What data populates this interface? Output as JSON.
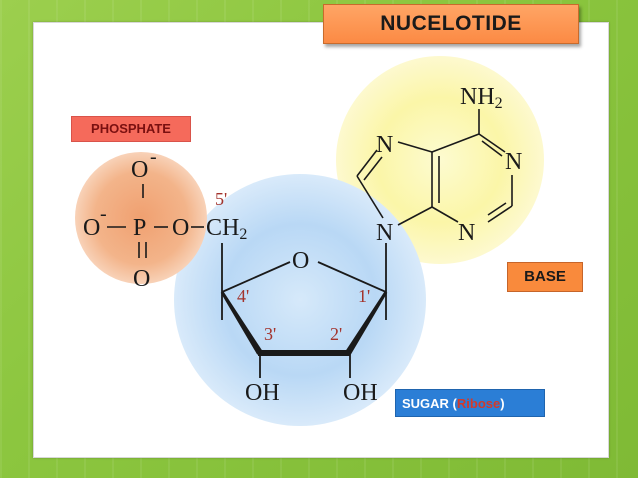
{
  "title": "NUCELOTIDE",
  "labels": {
    "phosphate": "PHOSPHATE",
    "base": "BASE",
    "sugar_prefix": "SUGAR (",
    "sugar_name": "Ribose",
    "sugar_suffix": ")"
  },
  "atoms": {
    "o_minus_top": "O",
    "o_minus_left": "O",
    "p": "P",
    "o_bridge": "O",
    "ch2": "CH",
    "ch2_sub": "2",
    "o_bottom": "O",
    "ring_o": "O",
    "oh_left": "OH",
    "oh_right": "OH",
    "nh2": "NH",
    "nh2_sub": "2",
    "n_top_left": "N",
    "n_right": "N",
    "n_bottom_left": "N",
    "n_bottom_right": "N"
  },
  "charges": {
    "minus": "-"
  },
  "carbon_numbers": {
    "c5": "5'",
    "c4": "4'",
    "c3": "3'",
    "c2": "2'",
    "c1": "1'"
  },
  "colors": {
    "phosphate_circle": "#f3b48a",
    "sugar_circle": "#a9cdf1",
    "base_circle": "#fbf59e",
    "title_box": "#fb8a44"
  }
}
